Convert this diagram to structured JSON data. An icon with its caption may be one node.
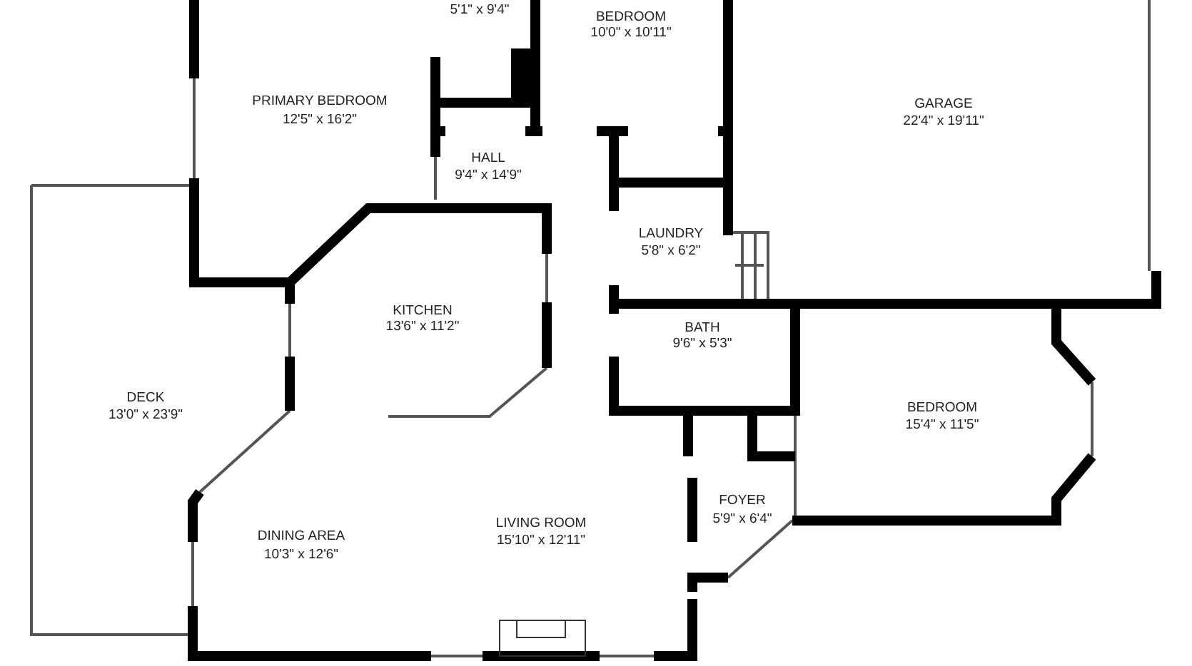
{
  "diagram": {
    "labels": [
      "5'1\" x 9'4\"",
      "BEDROOM",
      "10'0\" x 10'11\"",
      "PRIMARY BEDROOM",
      "12'5\" x 16'2\"",
      "GARAGE",
      "22'4\" x 19'11\"",
      "HALL",
      "9'4\" x 14'9\"",
      "LAUNDRY",
      "5'8\" x 6'2\"",
      "KITCHEN",
      "13'6\" x 11'2\"",
      "BATH",
      "9'6\" x 5'3\"",
      "DECK",
      "13'0\" x 23'9\"",
      "BEDROOM",
      "15'4\" x 11'5\"",
      "FOYER",
      "5'9\" x 6'4\"",
      "LIVING ROOM",
      "15'10\" x 12'11\"",
      "DINING AREA",
      "10'3\" x 12'6\""
    ]
  }
}
